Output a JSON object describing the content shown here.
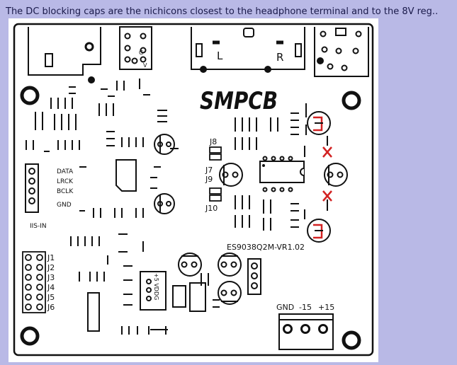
{
  "caption": "The DC blocking caps are the nichicons closest to the headphone terminal and to the 8V reg..",
  "board": {
    "logo": "SMPCB",
    "model": "ES9038Q2M-VR1.02",
    "headphone_labels": {
      "left": "L",
      "right": "R"
    },
    "jumpers": {
      "j7": "J7",
      "j8": "J8",
      "j9": "J9",
      "j10": "J10"
    },
    "iis_pins": [
      "DATA",
      "LRCK",
      "BCLK",
      "GND"
    ],
    "iis_label": "IIS-IN",
    "j_headers": [
      "J1",
      "J2",
      "J3",
      "J4",
      "J5",
      "J6"
    ],
    "power_labels": {
      "gnd": "GND",
      "neg": "-15",
      "pos": "+15"
    },
    "usb_labels": {
      "g": "G",
      "v": "V"
    },
    "reg_label": "+5 VDDG"
  },
  "colors": {
    "background": "#b9b9e6",
    "board": "#ffffff",
    "ink": "#111111",
    "mark": "#d22222"
  }
}
